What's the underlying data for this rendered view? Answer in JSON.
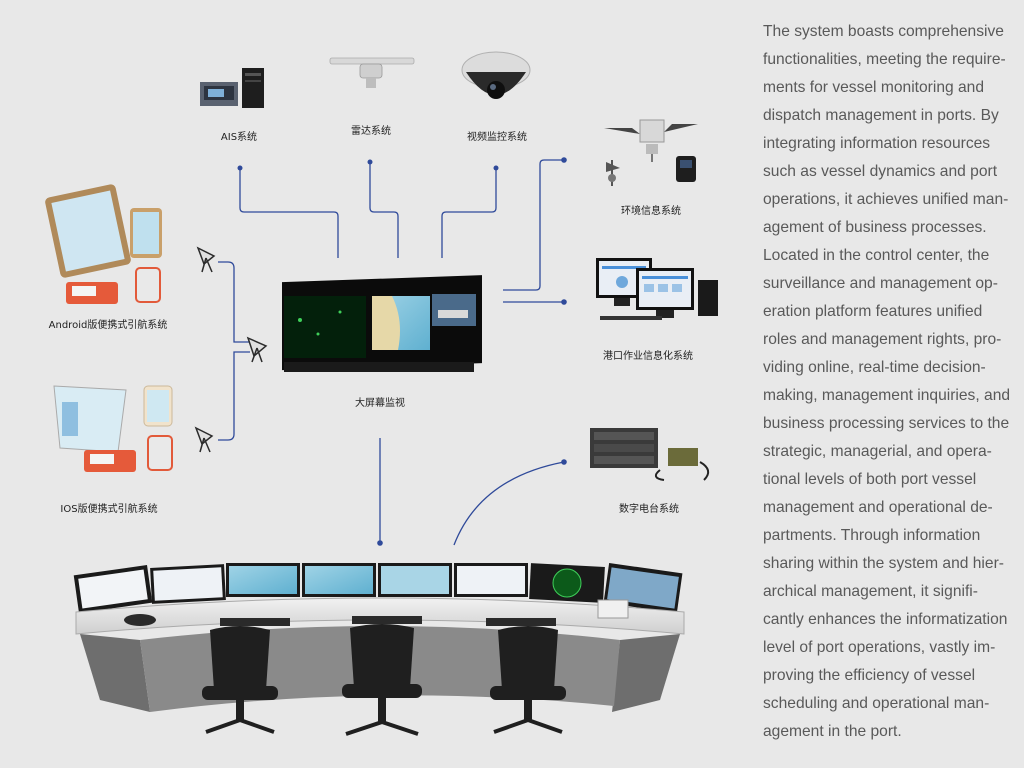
{
  "nodes": {
    "ais": "AIS系统",
    "radar": "雷达系统",
    "cctv": "视频监控系统",
    "env": "环境信息系统",
    "port": "港口作业信息化系统",
    "radio": "数字电台系统",
    "android": "Android版便携式引航系统",
    "ios": "IOS版便携式引航系统",
    "bigscreen": "大屏幕监视"
  },
  "description": "The system boasts comprehensive\nfunctionalities, meeting the require-\nments for vessel monitoring and\ndispatch management in ports. By\nintegrating information resources\nsuch as vessel dynamics and port\noperations, it achieves unified man-\nagement of business processes.\nLocated in the control center, the\nsurveillance and management op-\neration platform features unified\nroles and management rights, pro-\nviding online, real-time decision-\nmaking, management inquiries, and\nbusiness processing services to the\nstrategic, managerial, and opera-\ntional levels of both port vessel\nmanagement and operational de-\npartments. Through information\nsharing within the system and hier-\narchical management, it signifi-\ncantly enhances the informatization\nlevel of port operations, vastly im-\nproving the efficiency of vessel\nscheduling and operational man-\nagement in the port.",
  "colors": {
    "line": "#2f4a9a",
    "background": "#e8e8e8",
    "text": "#595959"
  }
}
